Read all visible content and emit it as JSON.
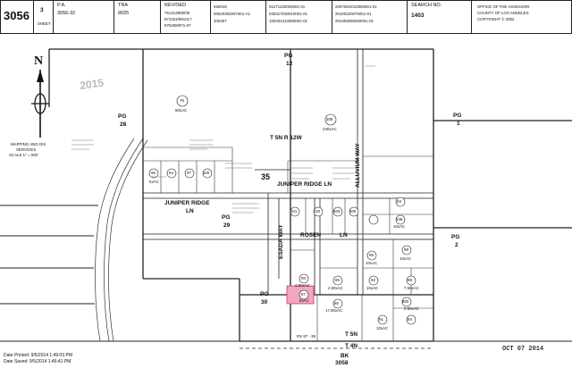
{
  "header": {
    "map_number": "3056",
    "sheet_number": "3",
    "sheet_label": "SHEET",
    "pa_label": "P.A.",
    "pa_value": "3056-32",
    "tra_label": "TRA",
    "tra_value": "8925",
    "revised_label": "REVISED",
    "revised_dates": [
      "751212908/09",
      "871024/891017",
      "970408/971-07"
    ],
    "col5": [
      "650018",
      "00020302007001-A1",
      "300307"
    ],
    "col6": [
      "01271100002001-01",
      "020317030010001-01",
      "100431010000001-01"
    ],
    "col7": [
      "200706/2010050001-01",
      "20100220070001-01",
      "201403060000001-01"
    ],
    "search_label": "SEARCH NO.",
    "search_value": "1403",
    "office_lines": [
      "OFFICE OF THE ASSESSOR",
      "COUNTY OF LOS ANGELES",
      "COPYRIGHT © 2002"
    ]
  },
  "side": {
    "north_letter": "N",
    "services_lines": [
      "MAPPING AND GIS",
      "SERVICES",
      "SCALE 1\" = 600'"
    ]
  },
  "map": {
    "pg12": "PG\n12",
    "pg12_a": "PG",
    "pg12_b": "12",
    "pg28_a": "PG",
    "pg28_b": "28",
    "pg1_a": "PG",
    "pg1_b": "1",
    "pg2_a": "PG",
    "pg2_b": "2",
    "pg29_a": "PG",
    "pg29_b": "29",
    "pg30_a": "PG",
    "pg30_b": "30",
    "township": "T 5N  R 12W",
    "section": "35",
    "faded_number": "2015",
    "street_juniper_east": "JUNIPER RIDGE LN",
    "street_juniper_west_a": "JUNIPER RIDGE",
    "street_juniper_west_b": "LN",
    "street_rosen": "ROSEN",
    "street_rosen_ln": "LN",
    "street_alluvium": "ALLUVIUM WAY",
    "street_esada": "ESADA WAY",
    "t5n": "T 5N",
    "t4n": "T 4N",
    "bk_a": "BK",
    "bk_b": "3058",
    "rs_note": "RS 87 - 38",
    "parcels": [
      {
        "id": "76",
        "area": "80xAC"
      },
      {
        "id": "309",
        "area": "240xAC"
      },
      {
        "id": "96",
        "area": "5xAC"
      },
      {
        "id": "94",
        "area": ""
      },
      {
        "id": "97",
        "area": ""
      },
      {
        "id": "100",
        "area": ""
      },
      {
        "id": "101",
        "area": ""
      },
      {
        "id": "102",
        "area": ""
      },
      {
        "id": "103",
        "area": ""
      },
      {
        "id": "300",
        "area": ""
      },
      {
        "id": "108",
        "area": "10xAC"
      },
      {
        "id": "98",
        "area": "10xAC"
      },
      {
        "id": "99",
        "area": "10xAC"
      },
      {
        "id": "92",
        "area": "10xAC"
      },
      {
        "id": "89",
        "area": "2.50xAC"
      },
      {
        "id": "90",
        "area": "2.50xAC"
      },
      {
        "id": "87",
        "area": "5xAC"
      },
      {
        "id": "91",
        "area": "10xAC"
      },
      {
        "id": "84",
        "area": "10xAC"
      },
      {
        "id": "88",
        "area": "7.50xAC"
      },
      {
        "id": "86",
        "area": "10xAC"
      },
      {
        "id": "85",
        "area": "17.50xAC"
      },
      {
        "id": "93",
        "area": "5xAC"
      },
      {
        "id": "900",
        "area": "2.50xAC"
      }
    ],
    "stamp_date": "OCT 07 2014"
  },
  "footer": {
    "printed": "Date Printed: 9/5/2014 1:49:03 PM",
    "saved": "Date Saved: 9/5/2014 1:46:41 PM"
  },
  "colors": {
    "highlight": "#f4a6c0",
    "line": "#222222"
  }
}
